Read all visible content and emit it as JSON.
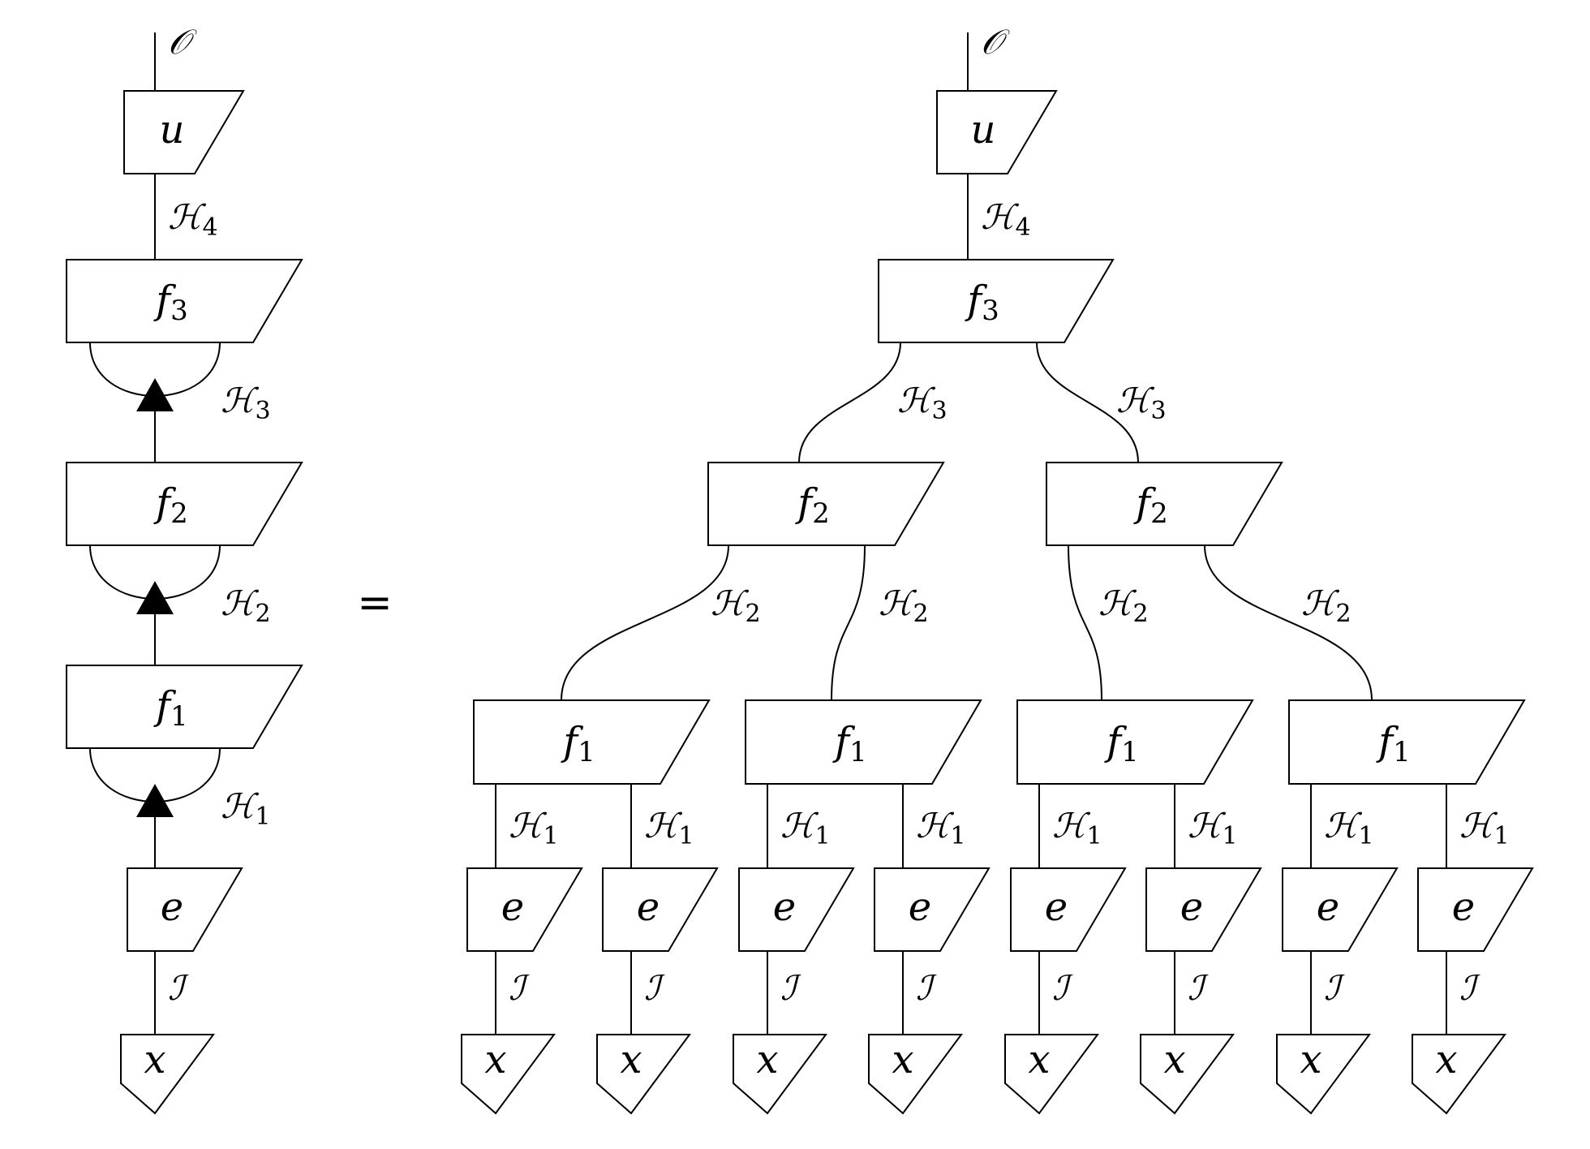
{
  "colors": {
    "stroke": "#000000",
    "background": "#ffffff"
  },
  "equals_sign": "=",
  "left": {
    "output_label": "𝒪",
    "u_label": "u",
    "h4_label": {
      "main": "ℋ",
      "sub": "4"
    },
    "f3": {
      "main": "f",
      "sub": "3"
    },
    "h3_label": {
      "main": "ℋ",
      "sub": "3"
    },
    "f2": {
      "main": "f",
      "sub": "2"
    },
    "h2_label": {
      "main": "ℋ",
      "sub": "2"
    },
    "f1": {
      "main": "f",
      "sub": "1"
    },
    "h1_label": {
      "main": "ℋ",
      "sub": "1"
    },
    "e_label": "e",
    "i_label": "ℐ",
    "x_label": "x"
  },
  "right": {
    "output_label": "𝒪",
    "u_label": "u",
    "h4_label": {
      "main": "ℋ",
      "sub": "4"
    },
    "f3": {
      "main": "f",
      "sub": "3"
    },
    "h3_labels": [
      {
        "main": "ℋ",
        "sub": "3"
      },
      {
        "main": "ℋ",
        "sub": "3"
      }
    ],
    "f2_boxes": [
      {
        "main": "f",
        "sub": "2"
      },
      {
        "main": "f",
        "sub": "2"
      }
    ],
    "h2_labels": [
      {
        "main": "ℋ",
        "sub": "2"
      },
      {
        "main": "ℋ",
        "sub": "2"
      },
      {
        "main": "ℋ",
        "sub": "2"
      },
      {
        "main": "ℋ",
        "sub": "2"
      }
    ],
    "f1_boxes": [
      {
        "main": "f",
        "sub": "1"
      },
      {
        "main": "f",
        "sub": "1"
      },
      {
        "main": "f",
        "sub": "1"
      },
      {
        "main": "f",
        "sub": "1"
      }
    ],
    "leaves": [
      {
        "h1": {
          "main": "ℋ",
          "sub": "1"
        },
        "e": "e",
        "i": "ℐ",
        "x": "x"
      },
      {
        "h1": {
          "main": "ℋ",
          "sub": "1"
        },
        "e": "e",
        "i": "ℐ",
        "x": "x"
      },
      {
        "h1": {
          "main": "ℋ",
          "sub": "1"
        },
        "e": "e",
        "i": "ℐ",
        "x": "x"
      },
      {
        "h1": {
          "main": "ℋ",
          "sub": "1"
        },
        "e": "e",
        "i": "ℐ",
        "x": "x"
      },
      {
        "h1": {
          "main": "ℋ",
          "sub": "1"
        },
        "e": "e",
        "i": "ℐ",
        "x": "x"
      },
      {
        "h1": {
          "main": "ℋ",
          "sub": "1"
        },
        "e": "e",
        "i": "ℐ",
        "x": "x"
      },
      {
        "h1": {
          "main": "ℋ",
          "sub": "1"
        },
        "e": "e",
        "i": "ℐ",
        "x": "x"
      },
      {
        "h1": {
          "main": "ℋ",
          "sub": "1"
        },
        "e": "e",
        "i": "ℐ",
        "x": "x"
      }
    ]
  }
}
